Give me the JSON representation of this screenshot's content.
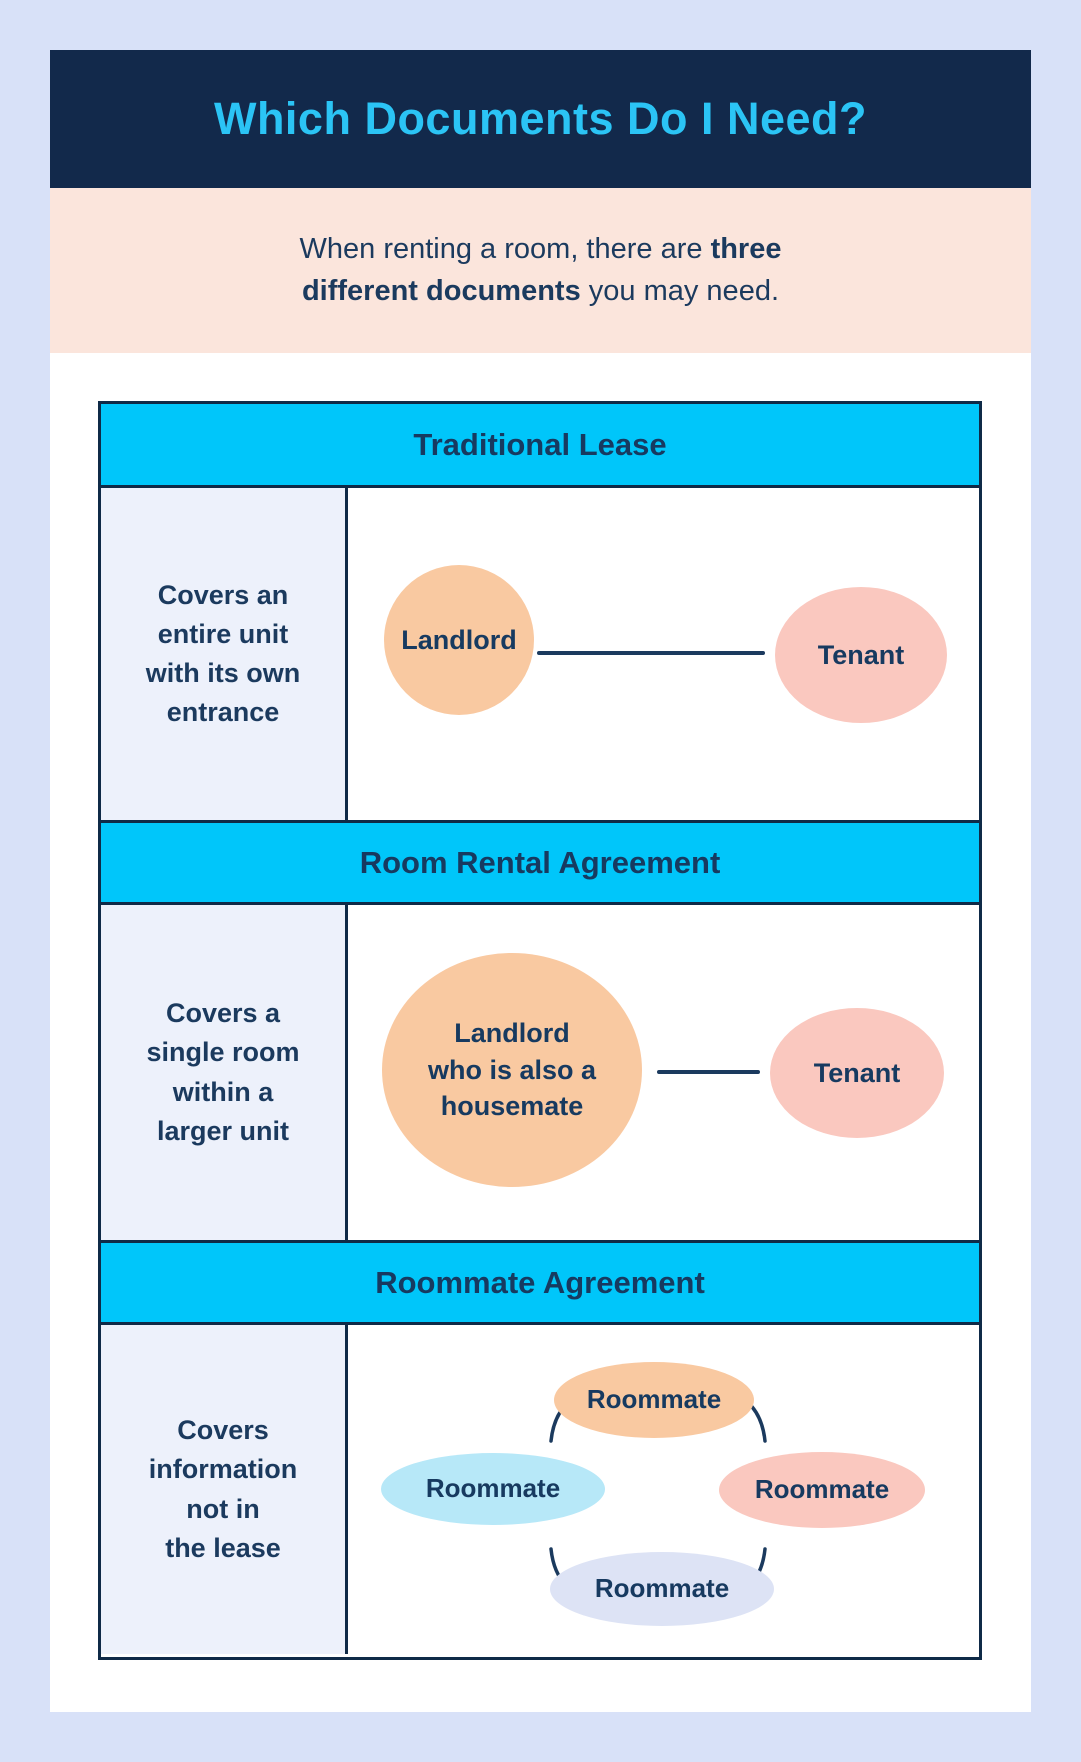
{
  "colors": {
    "page_background": "#d8e1f8",
    "card_background": "#ffffff",
    "header_background": "#12294b",
    "title_text": "#2bc4f5",
    "intro_background": "#fbe5dc",
    "body_text": "#1b3a5e",
    "section_band": "#00c6fa",
    "description_cell_background": "#edf1fb",
    "table_border": "#0f2a47",
    "landlord_orange": "#f9c9a1",
    "tenant_pink": "#fac8bf",
    "roommate_blue": "#b7e8f8",
    "roommate_lavender": "#dde3f5"
  },
  "header": {
    "title": "Which Documents Do I Need?"
  },
  "intro": {
    "text_before": "When renting a room, there are ",
    "text_bold": "three different documents",
    "text_after": " you may need."
  },
  "sections": [
    {
      "title": "Traditional Lease",
      "description_lines": [
        "Covers an",
        "entire unit",
        "with its own",
        "entrance"
      ],
      "diagram": {
        "left_shape_lines": [
          "Landlord"
        ],
        "right_shape_label": "Tenant"
      }
    },
    {
      "title": "Room Rental Agreement",
      "description_lines": [
        "Covers a",
        "single room",
        "within a",
        "larger unit"
      ],
      "diagram": {
        "left_shape_lines": [
          "Landlord",
          "who is also a",
          "housemate"
        ],
        "right_shape_label": "Tenant"
      }
    },
    {
      "title": "Roommate Agreement",
      "description_lines": [
        "Covers",
        "information",
        "not in",
        "the lease"
      ],
      "diagram": {
        "roommates": {
          "top": "Roommate",
          "left": "Roommate",
          "right": "Roommate",
          "bottom": "Roommate"
        }
      }
    }
  ]
}
